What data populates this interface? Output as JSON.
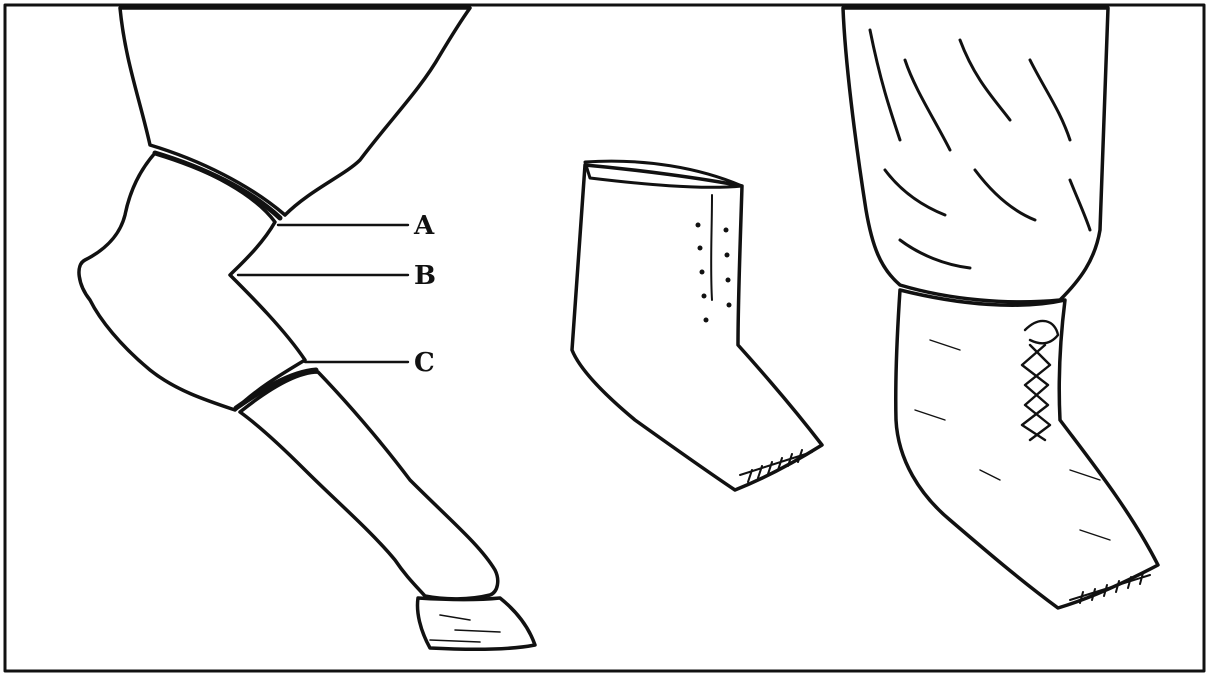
{
  "figure": {
    "labels": [
      {
        "key": "a",
        "text": "A"
      },
      {
        "key": "b",
        "text": "B"
      },
      {
        "key": "c",
        "text": "C"
      }
    ],
    "colors": {
      "ink": "#111111",
      "paper": "#ffffff"
    }
  }
}
